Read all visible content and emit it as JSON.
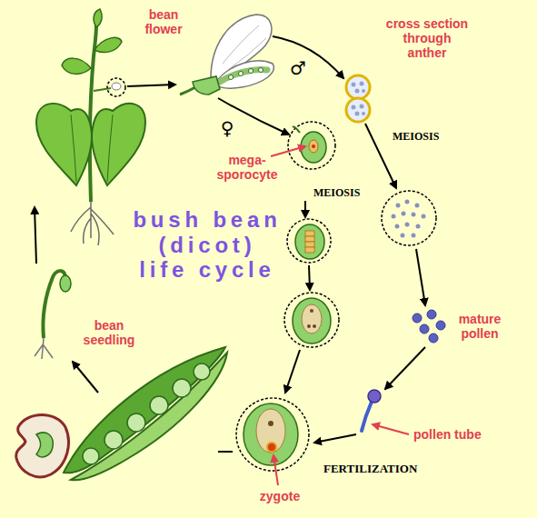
{
  "diagram": {
    "title": "bush bean (dicot) life cycle",
    "labels": [
      "bean flower",
      "♂",
      "♀",
      "cross section through anther",
      "MEIOSIS",
      "mega-sporocyte",
      "MEIOSIS",
      "mature pollen",
      "pollen tube",
      "FERTILIZATION",
      "zygote",
      "bean seedling"
    ]
  }
}
